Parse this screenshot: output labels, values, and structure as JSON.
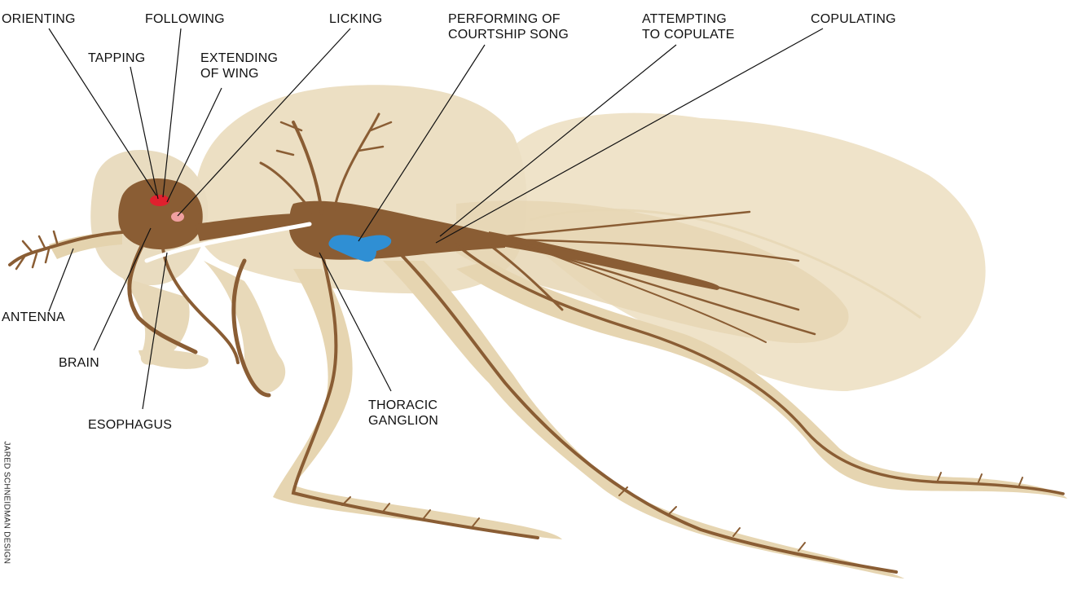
{
  "labels": {
    "orienting": "ORIENTING",
    "following": "FOLLOWING",
    "licking": "LICKING",
    "performing": [
      "PERFORMING OF",
      "COURTSHIP SONG"
    ],
    "attempting": [
      "ATTEMPTING",
      "TO COPULATE"
    ],
    "copulating": "COPULATING",
    "tapping": "TAPPING",
    "extending": [
      "EXTENDING",
      "OF WING"
    ],
    "antenna": "ANTENNA",
    "brain": "BRAIN",
    "esophagus": "ESOPHAGUS",
    "thoracic": [
      "THORACIC",
      "GANGLION"
    ]
  },
  "credit": "JARED SCHNEIDMAN DESIGN",
  "colors": {
    "body": "#e9dcc0",
    "body_dark": "#ddc9a0",
    "nerve": "#8a5d34",
    "highlight_red": "#e0202e",
    "highlight_pink": "#f0a0a0",
    "highlight_blue": "#2f8fd4",
    "leader": "#111111"
  }
}
